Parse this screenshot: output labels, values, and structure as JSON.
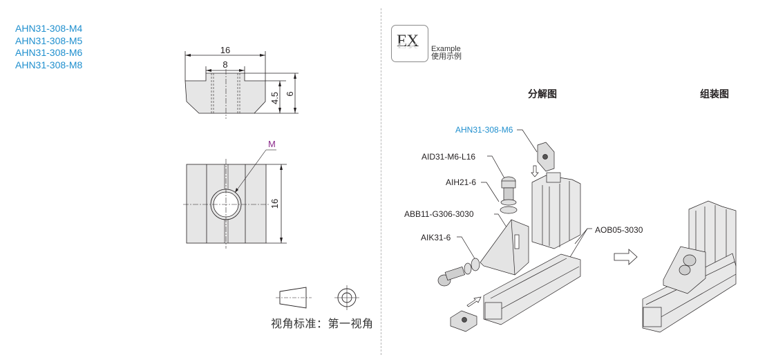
{
  "part_numbers": [
    "AHN31-308-M4",
    "AHN31-308-M5",
    "AHN31-308-M6",
    "AHN31-308-M8"
  ],
  "drawing": {
    "front_view": {
      "dim_overall_width": "16",
      "dim_top_width": "8",
      "dim_height_total": "6",
      "dim_height_base": "4.5"
    },
    "top_view": {
      "thread_label": "M",
      "dim_length": "16"
    },
    "projection": {
      "label": "视角标准：第一视角"
    }
  },
  "example": {
    "badge": "EX",
    "label_en": "Example",
    "label_cn": "使用示例",
    "exploded_title": "分解图",
    "assembled_title": "组装图",
    "callouts": [
      {
        "text": "AHN31-308-M6",
        "highlight": true
      },
      {
        "text": "AID31-M6-L16",
        "highlight": false
      },
      {
        "text": "AIH21-6",
        "highlight": false
      },
      {
        "text": "ABB11-G306-3030",
        "highlight": false
      },
      {
        "text": "AIK31-6",
        "highlight": false
      },
      {
        "text": "AOB05-3030",
        "highlight": false
      }
    ]
  },
  "colors": {
    "accent_blue": "#1f8fce",
    "thread_label_purple": "#8b2a8b",
    "part_fill": "#e6e6e6"
  }
}
